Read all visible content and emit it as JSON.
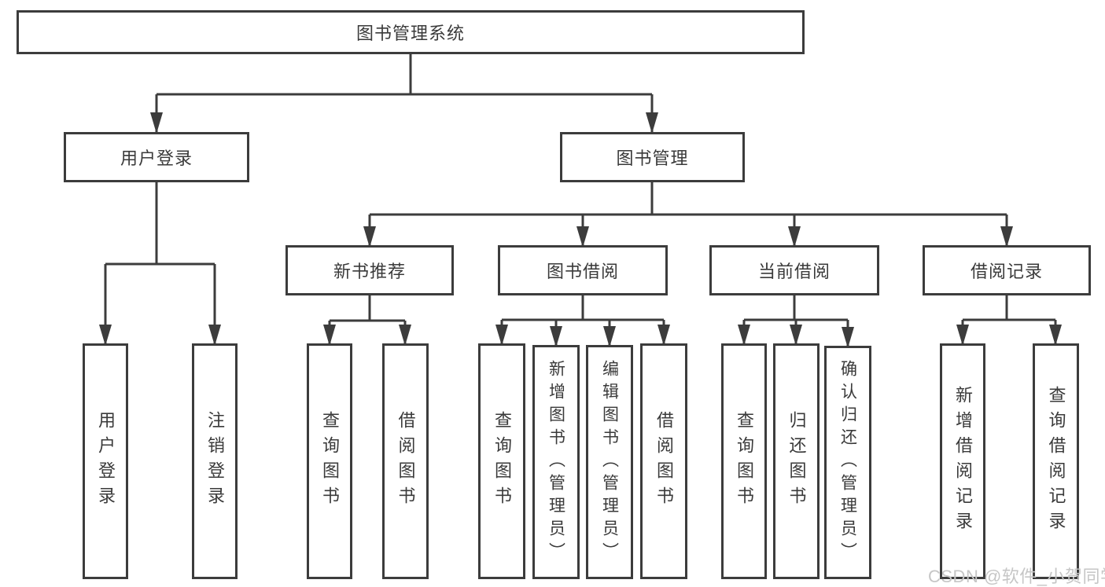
{
  "tree": {
    "label": "图书管理系统",
    "children": [
      {
        "label": "用户登录",
        "children": [
          {
            "label": "用户登录"
          },
          {
            "label": "注销登录"
          }
        ]
      },
      {
        "label": "图书管理",
        "children": [
          {
            "label": "新书推荐",
            "children": [
              {
                "label": "查询图书"
              },
              {
                "label": "借阅图书"
              }
            ]
          },
          {
            "label": "图书借阅",
            "children": [
              {
                "label": "查询图书"
              },
              {
                "label": "新增图书（管理员）"
              },
              {
                "label": "编辑图书（管理员）"
              },
              {
                "label": "借阅图书"
              }
            ]
          },
          {
            "label": "当前借阅",
            "children": [
              {
                "label": "查询图书"
              },
              {
                "label": "归还图书"
              },
              {
                "label": "确认归还（管理员）"
              }
            ]
          },
          {
            "label": "借阅记录",
            "children": [
              {
                "label": "新增借阅记录"
              },
              {
                "label": "查询借阅记录"
              }
            ]
          }
        ]
      }
    ]
  },
  "watermark": "CSDN @软件_小贺同学",
  "colors": {
    "line": "#3c3c3c",
    "text": "#3a3a3a",
    "box_background": "#ffffff",
    "watermark": "#c6c6c6",
    "page_background": "#ffffff"
  }
}
